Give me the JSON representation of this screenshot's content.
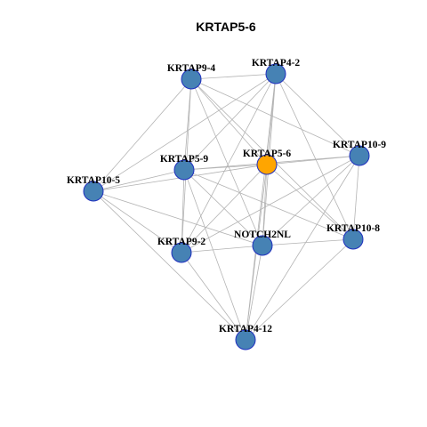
{
  "title": "KRTAP5-6",
  "colors": {
    "node_fill": "#4682b4",
    "node_border": "#1f2fbf",
    "highlight_fill": "#ffa500",
    "edge": "#b3b3b3"
  },
  "nodes": [
    {
      "id": "KRTAP9-4",
      "label": "KRTAP9-4",
      "highlight": false
    },
    {
      "id": "KRTAP4-2",
      "label": "KRTAP4-2",
      "highlight": false
    },
    {
      "id": "KRTAP10-9",
      "label": "KRTAP10-9",
      "highlight": false
    },
    {
      "id": "KRTAP5-6",
      "label": "KRTAP5-6",
      "highlight": true
    },
    {
      "id": "KRTAP5-9",
      "label": "KRTAP5-9",
      "highlight": false
    },
    {
      "id": "KRTAP10-5",
      "label": "KRTAP10-5",
      "highlight": false
    },
    {
      "id": "KRTAP9-2",
      "label": "KRTAP9-2",
      "highlight": false
    },
    {
      "id": "NOTCH2NL",
      "label": "NOTCH2NL",
      "highlight": false
    },
    {
      "id": "KRTAP10-8",
      "label": "KRTAP10-8",
      "highlight": false
    },
    {
      "id": "KRTAP4-12",
      "label": "KRTAP4-12",
      "highlight": false
    }
  ],
  "edges": [
    [
      "KRTAP9-4",
      "KRTAP4-2"
    ],
    [
      "KRTAP9-4",
      "KRTAP5-9"
    ],
    [
      "KRTAP9-4",
      "KRTAP5-6"
    ],
    [
      "KRTAP9-4",
      "KRTAP10-5"
    ],
    [
      "KRTAP9-4",
      "KRTAP9-2"
    ],
    [
      "KRTAP9-4",
      "NOTCH2NL"
    ],
    [
      "KRTAP9-4",
      "KRTAP10-8"
    ],
    [
      "KRTAP9-4",
      "KRTAP10-9"
    ],
    [
      "KRTAP4-2",
      "KRTAP5-9"
    ],
    [
      "KRTAP4-2",
      "KRTAP5-6"
    ],
    [
      "KRTAP4-2",
      "KRTAP10-9"
    ],
    [
      "KRTAP4-2",
      "KRTAP9-2"
    ],
    [
      "KRTAP4-2",
      "NOTCH2NL"
    ],
    [
      "KRTAP4-2",
      "KRTAP10-8"
    ],
    [
      "KRTAP4-2",
      "KRTAP10-5"
    ],
    [
      "KRTAP4-2",
      "KRTAP4-12"
    ],
    [
      "KRTAP10-9",
      "KRTAP5-6"
    ],
    [
      "KRTAP10-9",
      "KRTAP5-9"
    ],
    [
      "KRTAP10-9",
      "KRTAP9-2"
    ],
    [
      "KRTAP10-9",
      "NOTCH2NL"
    ],
    [
      "KRTAP10-9",
      "KRTAP10-8"
    ],
    [
      "KRTAP10-9",
      "KRTAP4-12"
    ],
    [
      "KRTAP5-6",
      "KRTAP5-9"
    ],
    [
      "KRTAP5-6",
      "KRTAP10-5"
    ],
    [
      "KRTAP5-6",
      "KRTAP9-2"
    ],
    [
      "KRTAP5-6",
      "NOTCH2NL"
    ],
    [
      "KRTAP5-6",
      "KRTAP10-8"
    ],
    [
      "KRTAP5-6",
      "KRTAP4-12"
    ],
    [
      "KRTAP5-9",
      "KRTAP10-5"
    ],
    [
      "KRTAP5-9",
      "KRTAP9-2"
    ],
    [
      "KRTAP5-9",
      "NOTCH2NL"
    ],
    [
      "KRTAP5-9",
      "KRTAP10-8"
    ],
    [
      "KRTAP5-9",
      "KRTAP4-12"
    ],
    [
      "KRTAP10-5",
      "NOTCH2NL"
    ],
    [
      "KRTAP10-5",
      "KRTAP9-2"
    ],
    [
      "KRTAP10-5",
      "KRTAP4-12"
    ],
    [
      "KRTAP9-2",
      "NOTCH2NL"
    ],
    [
      "KRTAP9-2",
      "KRTAP4-12"
    ],
    [
      "NOTCH2NL",
      "KRTAP10-8"
    ],
    [
      "NOTCH2NL",
      "KRTAP4-12"
    ],
    [
      "KRTAP10-8",
      "KRTAP4-12"
    ]
  ]
}
